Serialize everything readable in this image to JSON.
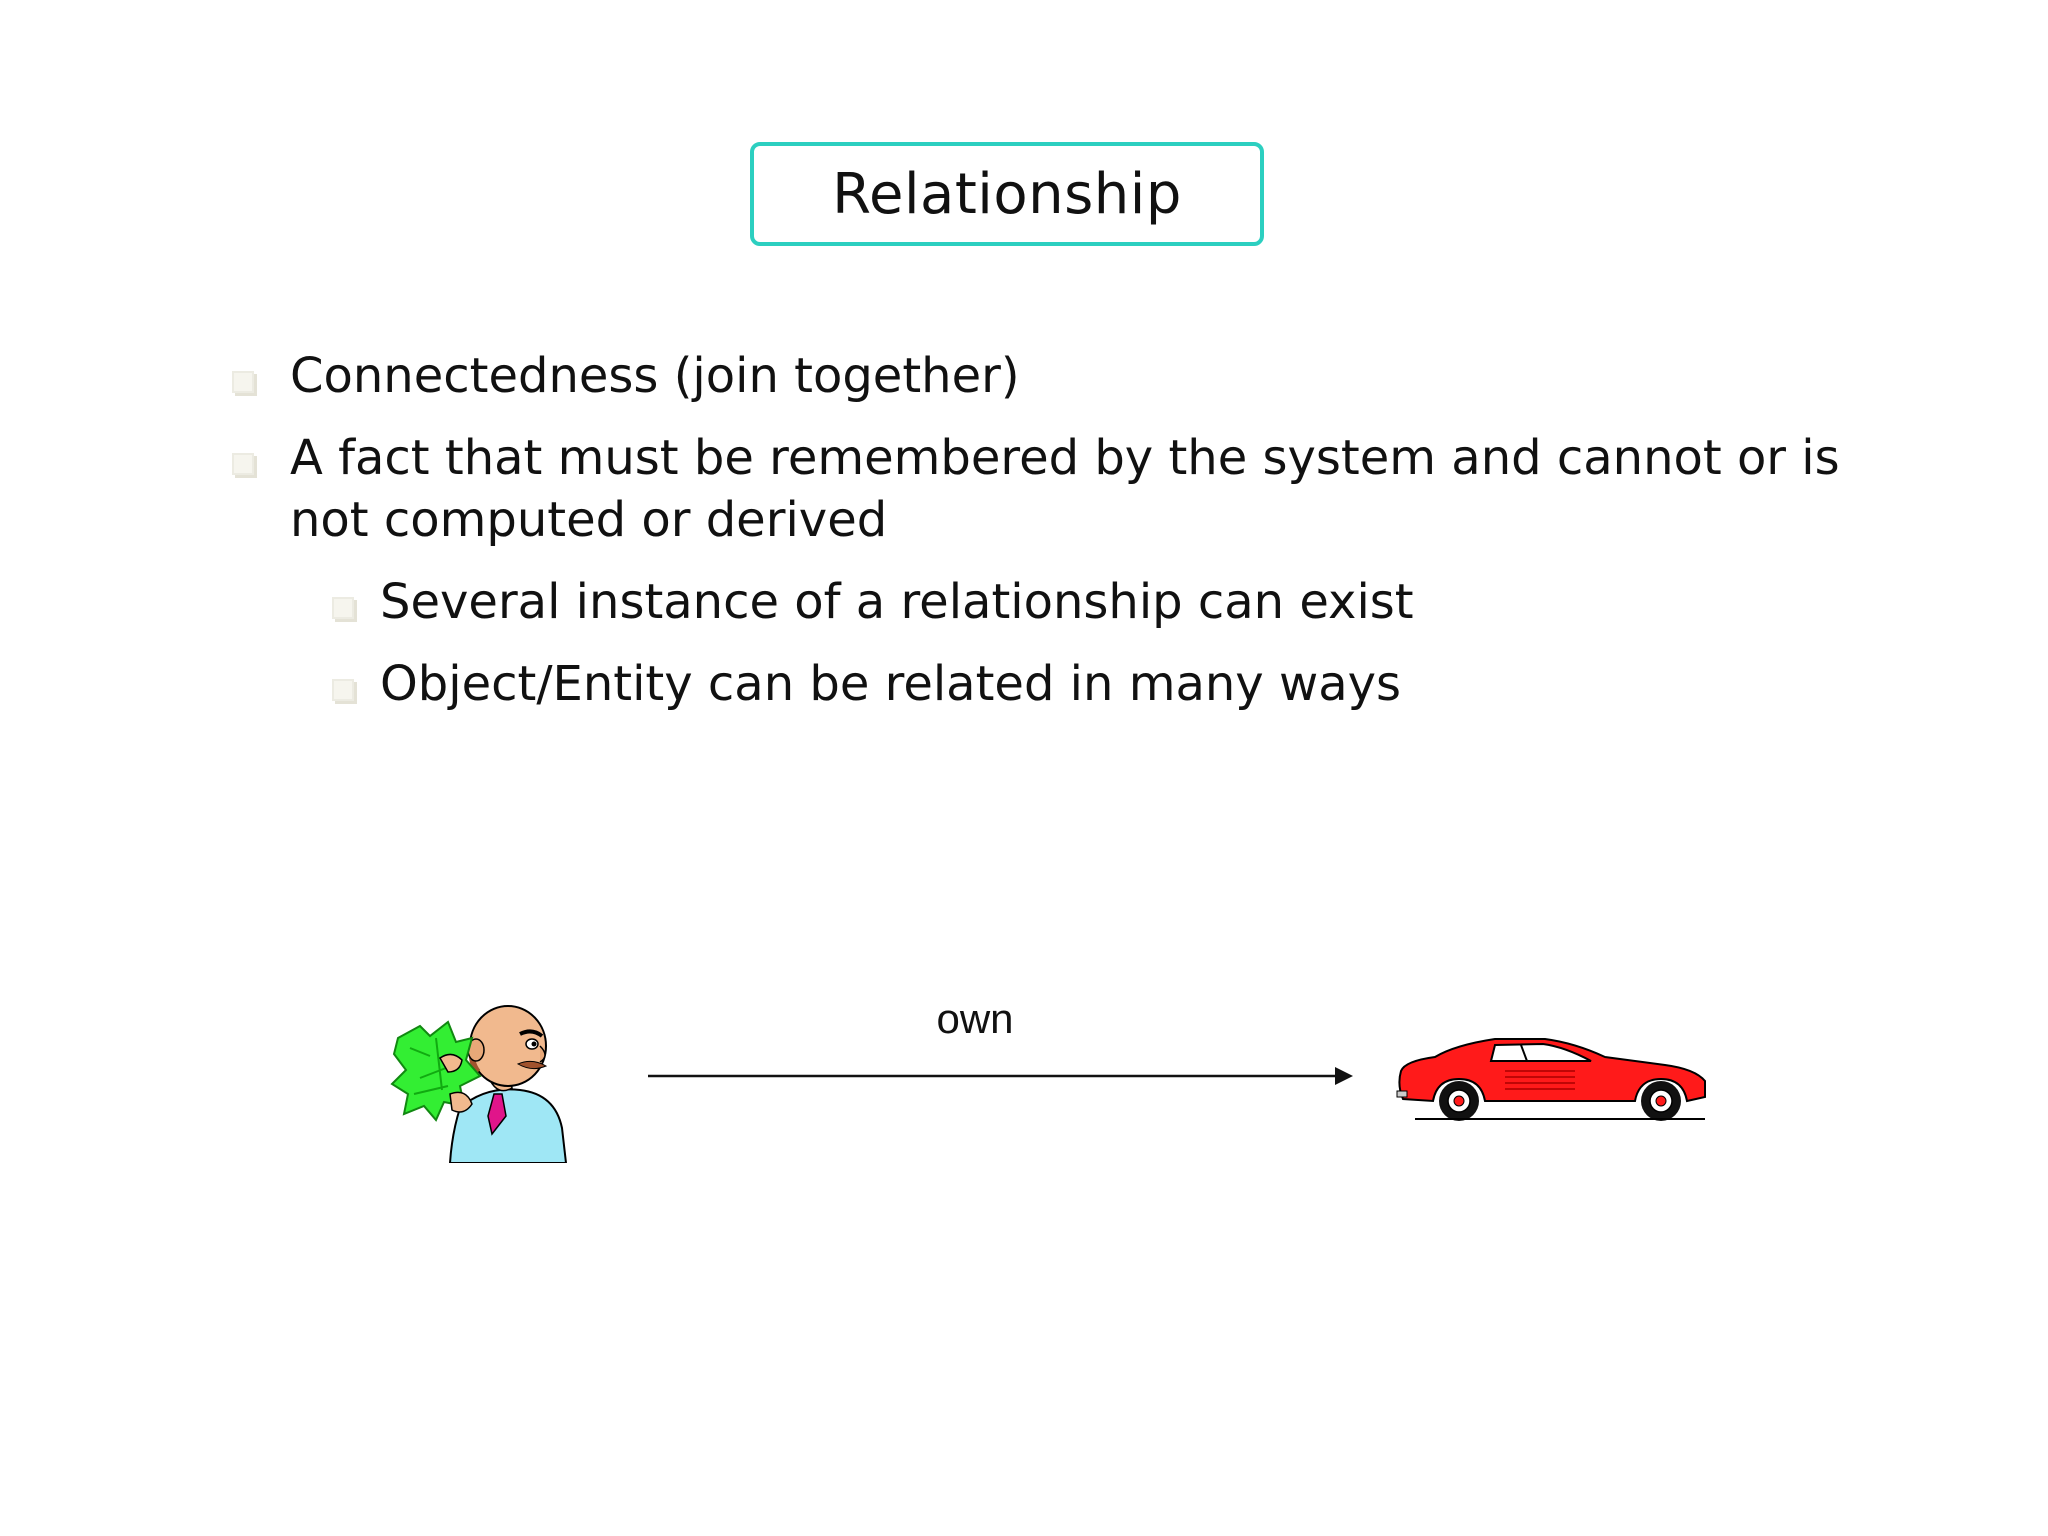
{
  "slide": {
    "title": "Relationship",
    "bullets": [
      {
        "level": 1,
        "text": "Connectedness (join together)"
      },
      {
        "level": 1,
        "text": "A fact that must be remembered by the system and cannot or is not computed or derived"
      },
      {
        "level": 2,
        "text": "Several instance of a relationship can exist"
      },
      {
        "level": 2,
        "text": "Object/Entity can be related in many ways"
      }
    ]
  },
  "figure": {
    "relationship_label": "own",
    "left_entity_icon": "person-with-money-icon",
    "right_entity_icon": "red-sports-car-icon",
    "connector_icon": "arrow-right-icon",
    "colors": {
      "title_border": "#2ccfc0",
      "car_body": "#ff1a1a",
      "money": "#33ee33",
      "shirt": "#9fe7f5"
    }
  }
}
